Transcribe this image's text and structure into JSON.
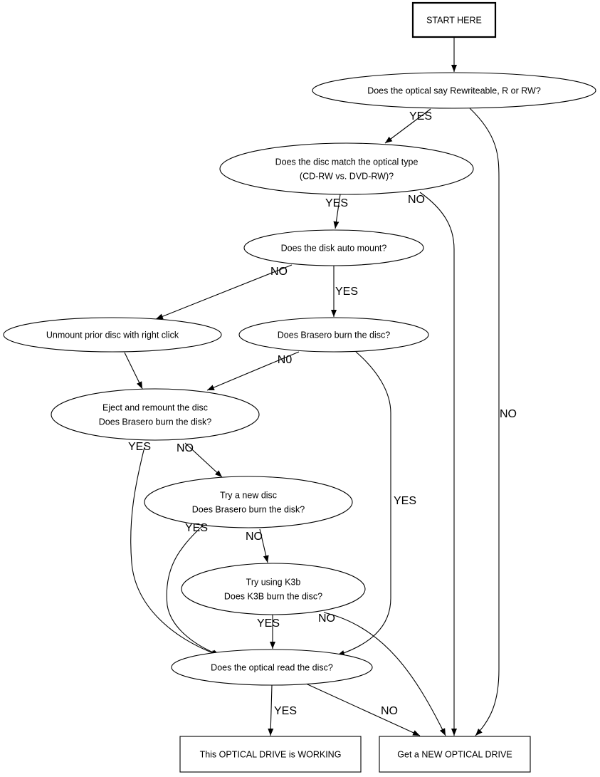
{
  "nodes": {
    "start": {
      "lines": [
        "START HERE"
      ],
      "shape": "box-bold"
    },
    "rewriteable": {
      "lines": [
        "Does the optical say Rewriteable, R or RW?"
      ],
      "shape": "ellipse"
    },
    "match_type": {
      "lines": [
        "Does the disc match the optical type",
        "(CD-RW vs. DVD-RW)?"
      ],
      "shape": "ellipse"
    },
    "auto_mount": {
      "lines": [
        "Does the disk auto mount?"
      ],
      "shape": "ellipse"
    },
    "unmount": {
      "lines": [
        "Unmount prior disc with right click"
      ],
      "shape": "ellipse"
    },
    "brasero_burn": {
      "lines": [
        "Does Brasero burn the disc?"
      ],
      "shape": "ellipse"
    },
    "eject_remount": {
      "lines": [
        "Eject and remount the disc",
        "Does Brasero burn the disk?"
      ],
      "shape": "ellipse"
    },
    "new_disc": {
      "lines": [
        "Try a new disc",
        "Does Brasero burn the disk?"
      ],
      "shape": "ellipse"
    },
    "k3b": {
      "lines": [
        "Try using K3b",
        "Does K3B burn the disc?"
      ],
      "shape": "ellipse"
    },
    "read_disc": {
      "lines": [
        "Does the optical read the disc?"
      ],
      "shape": "ellipse"
    },
    "working": {
      "lines": [
        "This OPTICAL DRIVE is WORKING"
      ],
      "shape": "box"
    },
    "new_drive": {
      "lines": [
        "Get a NEW OPTICAL DRIVE"
      ],
      "shape": "box"
    }
  },
  "edges": [
    {
      "from": "start",
      "to": "rewriteable",
      "label": ""
    },
    {
      "from": "rewriteable",
      "to": "match_type",
      "label": "YES"
    },
    {
      "from": "rewriteable",
      "to": "new_drive",
      "label": "NO"
    },
    {
      "from": "match_type",
      "to": "auto_mount",
      "label": "YES"
    },
    {
      "from": "match_type",
      "to": "new_drive",
      "label": "NO"
    },
    {
      "from": "auto_mount",
      "to": "unmount",
      "label": "NO"
    },
    {
      "from": "auto_mount",
      "to": "brasero_burn",
      "label": "YES"
    },
    {
      "from": "unmount",
      "to": "eject_remount",
      "label": ""
    },
    {
      "from": "brasero_burn",
      "to": "eject_remount",
      "label": "N0"
    },
    {
      "from": "brasero_burn",
      "to": "read_disc",
      "label": "YES"
    },
    {
      "from": "eject_remount",
      "to": "read_disc",
      "label": "YES"
    },
    {
      "from": "eject_remount",
      "to": "new_disc",
      "label": "NO"
    },
    {
      "from": "new_disc",
      "to": "read_disc",
      "label": "YES"
    },
    {
      "from": "new_disc",
      "to": "k3b",
      "label": "NO"
    },
    {
      "from": "k3b",
      "to": "read_disc",
      "label": "YES"
    },
    {
      "from": "k3b",
      "to": "new_drive",
      "label": "NO"
    },
    {
      "from": "read_disc",
      "to": "working",
      "label": "YES"
    },
    {
      "from": "read_disc",
      "to": "new_drive",
      "label": "NO"
    }
  ]
}
